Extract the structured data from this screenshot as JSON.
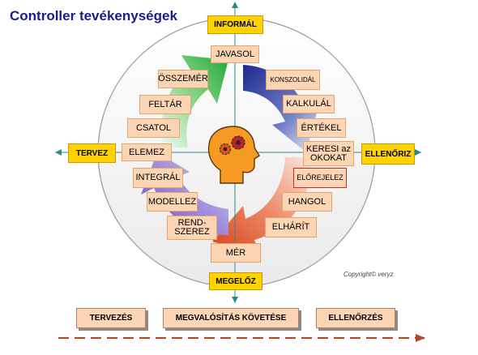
{
  "title": "Controller tevékenységek",
  "axes": {
    "top": "INFORMÁL",
    "left": "TERVEZ",
    "right": "ELLENŐRIZ",
    "bottom": "MEGELŐZ"
  },
  "activities": {
    "javasol": "JAVASOL",
    "osszemer": "ÖSSZEMÉR",
    "konszolidal": "KONSZOLIDÁL",
    "feltar": "FELTÁR",
    "kalkulal": "KALKULÁL",
    "csatol": "CSATOL",
    "ertekel": "ÉRTÉKEL",
    "elemez": "ELEMEZ",
    "keresi_line1": "KERESI az",
    "keresi_line2": "OKOKAT",
    "integral": "INTEGRÁL",
    "elorejelez": "ELŐREJELEZ",
    "modellez": "MODELLEZ",
    "hangol": "HANGOL",
    "rendszerez_line1": "REND-",
    "rendszerez_line2": "SZEREZ",
    "elharit": "ELHÁRÍT",
    "mer": "MÉR"
  },
  "copyright": "Copyright© veryz",
  "process": {
    "step1": "TERVEZÉS",
    "step2": "MEGVALÓSÍTÁS KÖVETÉSE",
    "step3": "ELLENŐRZÉS"
  },
  "colors": {
    "green_arrow": "#3ab54a",
    "blue_arrow": "#2e3f9e",
    "orange_arrow": "#e8572c",
    "purple_arrow": "#7a5ccf",
    "box_fill": "#fcd5b5",
    "axis_box_fill": "#ffd200",
    "axis_line": "#2a8a8a",
    "title_color": "#1c1c8c",
    "dash_line": "#b24a2a"
  },
  "icons": {
    "center": "head-with-gears-icon"
  }
}
